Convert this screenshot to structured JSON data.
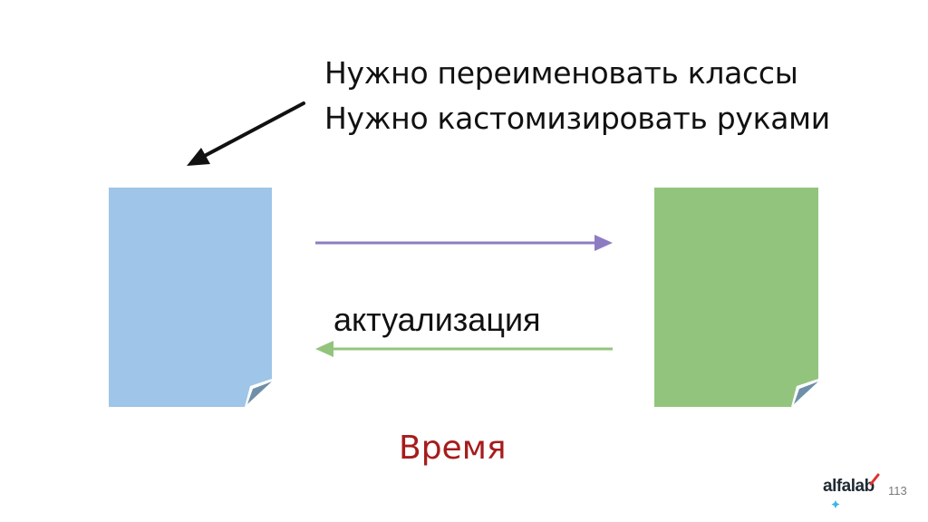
{
  "notes": {
    "line1": "Нужно переименовать классы",
    "line2": "Нужно кастомизировать руками"
  },
  "arrow_label": "актуализация",
  "bottom_label": "Время",
  "slide_number": "113",
  "logo": {
    "text": "alfalab"
  },
  "colors": {
    "left_doc": "#9fc5e8",
    "right_doc": "#93c47d",
    "forward_arrow": "#8e7cc3",
    "back_arrow": "#93c47d",
    "time_label": "#a61c1c",
    "logo_accent": "#e03030",
    "logo_sparkle": "#3bb6e6"
  }
}
